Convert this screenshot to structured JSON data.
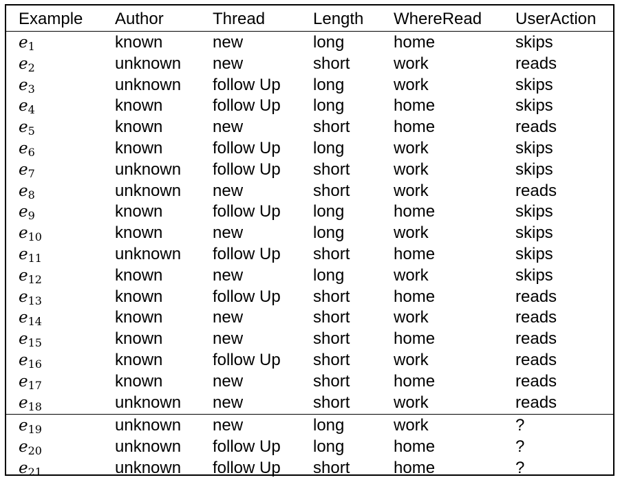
{
  "table": {
    "headers": [
      "Example",
      "Author",
      "Thread",
      "Length",
      "WhereRead",
      "UserAction"
    ],
    "example_letter": "e",
    "training_rows": [
      {
        "idx": "1",
        "author": "known",
        "thread": "new",
        "length": "long",
        "where": "home",
        "action": "skips"
      },
      {
        "idx": "2",
        "author": "unknown",
        "thread": "new",
        "length": "short",
        "where": "work",
        "action": "reads"
      },
      {
        "idx": "3",
        "author": "unknown",
        "thread": "follow Up",
        "length": "long",
        "where": "work",
        "action": "skips"
      },
      {
        "idx": "4",
        "author": "known",
        "thread": "follow Up",
        "length": "long",
        "where": "home",
        "action": "skips"
      },
      {
        "idx": "5",
        "author": "known",
        "thread": "new",
        "length": "short",
        "where": "home",
        "action": "reads"
      },
      {
        "idx": "6",
        "author": "known",
        "thread": "follow Up",
        "length": "long",
        "where": "work",
        "action": "skips"
      },
      {
        "idx": "7",
        "author": "unknown",
        "thread": "follow Up",
        "length": "short",
        "where": "work",
        "action": "skips"
      },
      {
        "idx": "8",
        "author": "unknown",
        "thread": "new",
        "length": "short",
        "where": "work",
        "action": "reads"
      },
      {
        "idx": "9",
        "author": "known",
        "thread": "follow Up",
        "length": "long",
        "where": "home",
        "action": "skips"
      },
      {
        "idx": "10",
        "author": "known",
        "thread": "new",
        "length": "long",
        "where": "work",
        "action": "skips"
      },
      {
        "idx": "11",
        "author": "unknown",
        "thread": "follow Up",
        "length": "short",
        "where": "home",
        "action": "skips"
      },
      {
        "idx": "12",
        "author": "known",
        "thread": "new",
        "length": "long",
        "where": "work",
        "action": "skips"
      },
      {
        "idx": "13",
        "author": "known",
        "thread": "follow Up",
        "length": "short",
        "where": "home",
        "action": "reads"
      },
      {
        "idx": "14",
        "author": "known",
        "thread": "new",
        "length": "short",
        "where": "work",
        "action": "reads"
      },
      {
        "idx": "15",
        "author": "known",
        "thread": "new",
        "length": "short",
        "where": "home",
        "action": "reads"
      },
      {
        "idx": "16",
        "author": "known",
        "thread": "follow Up",
        "length": "short",
        "where": "work",
        "action": "reads"
      },
      {
        "idx": "17",
        "author": "known",
        "thread": "new",
        "length": "short",
        "where": "home",
        "action": "reads"
      },
      {
        "idx": "18",
        "author": "unknown",
        "thread": "new",
        "length": "short",
        "where": "work",
        "action": "reads"
      }
    ],
    "test_rows": [
      {
        "idx": "19",
        "author": "unknown",
        "thread": "new",
        "length": "long",
        "where": "work",
        "action": "?"
      },
      {
        "idx": "20",
        "author": "unknown",
        "thread": "follow Up",
        "length": "long",
        "where": "home",
        "action": "?"
      },
      {
        "idx": "21",
        "author": "unknown",
        "thread": "follow Up",
        "length": "short",
        "where": "home",
        "action": "?"
      }
    ]
  }
}
